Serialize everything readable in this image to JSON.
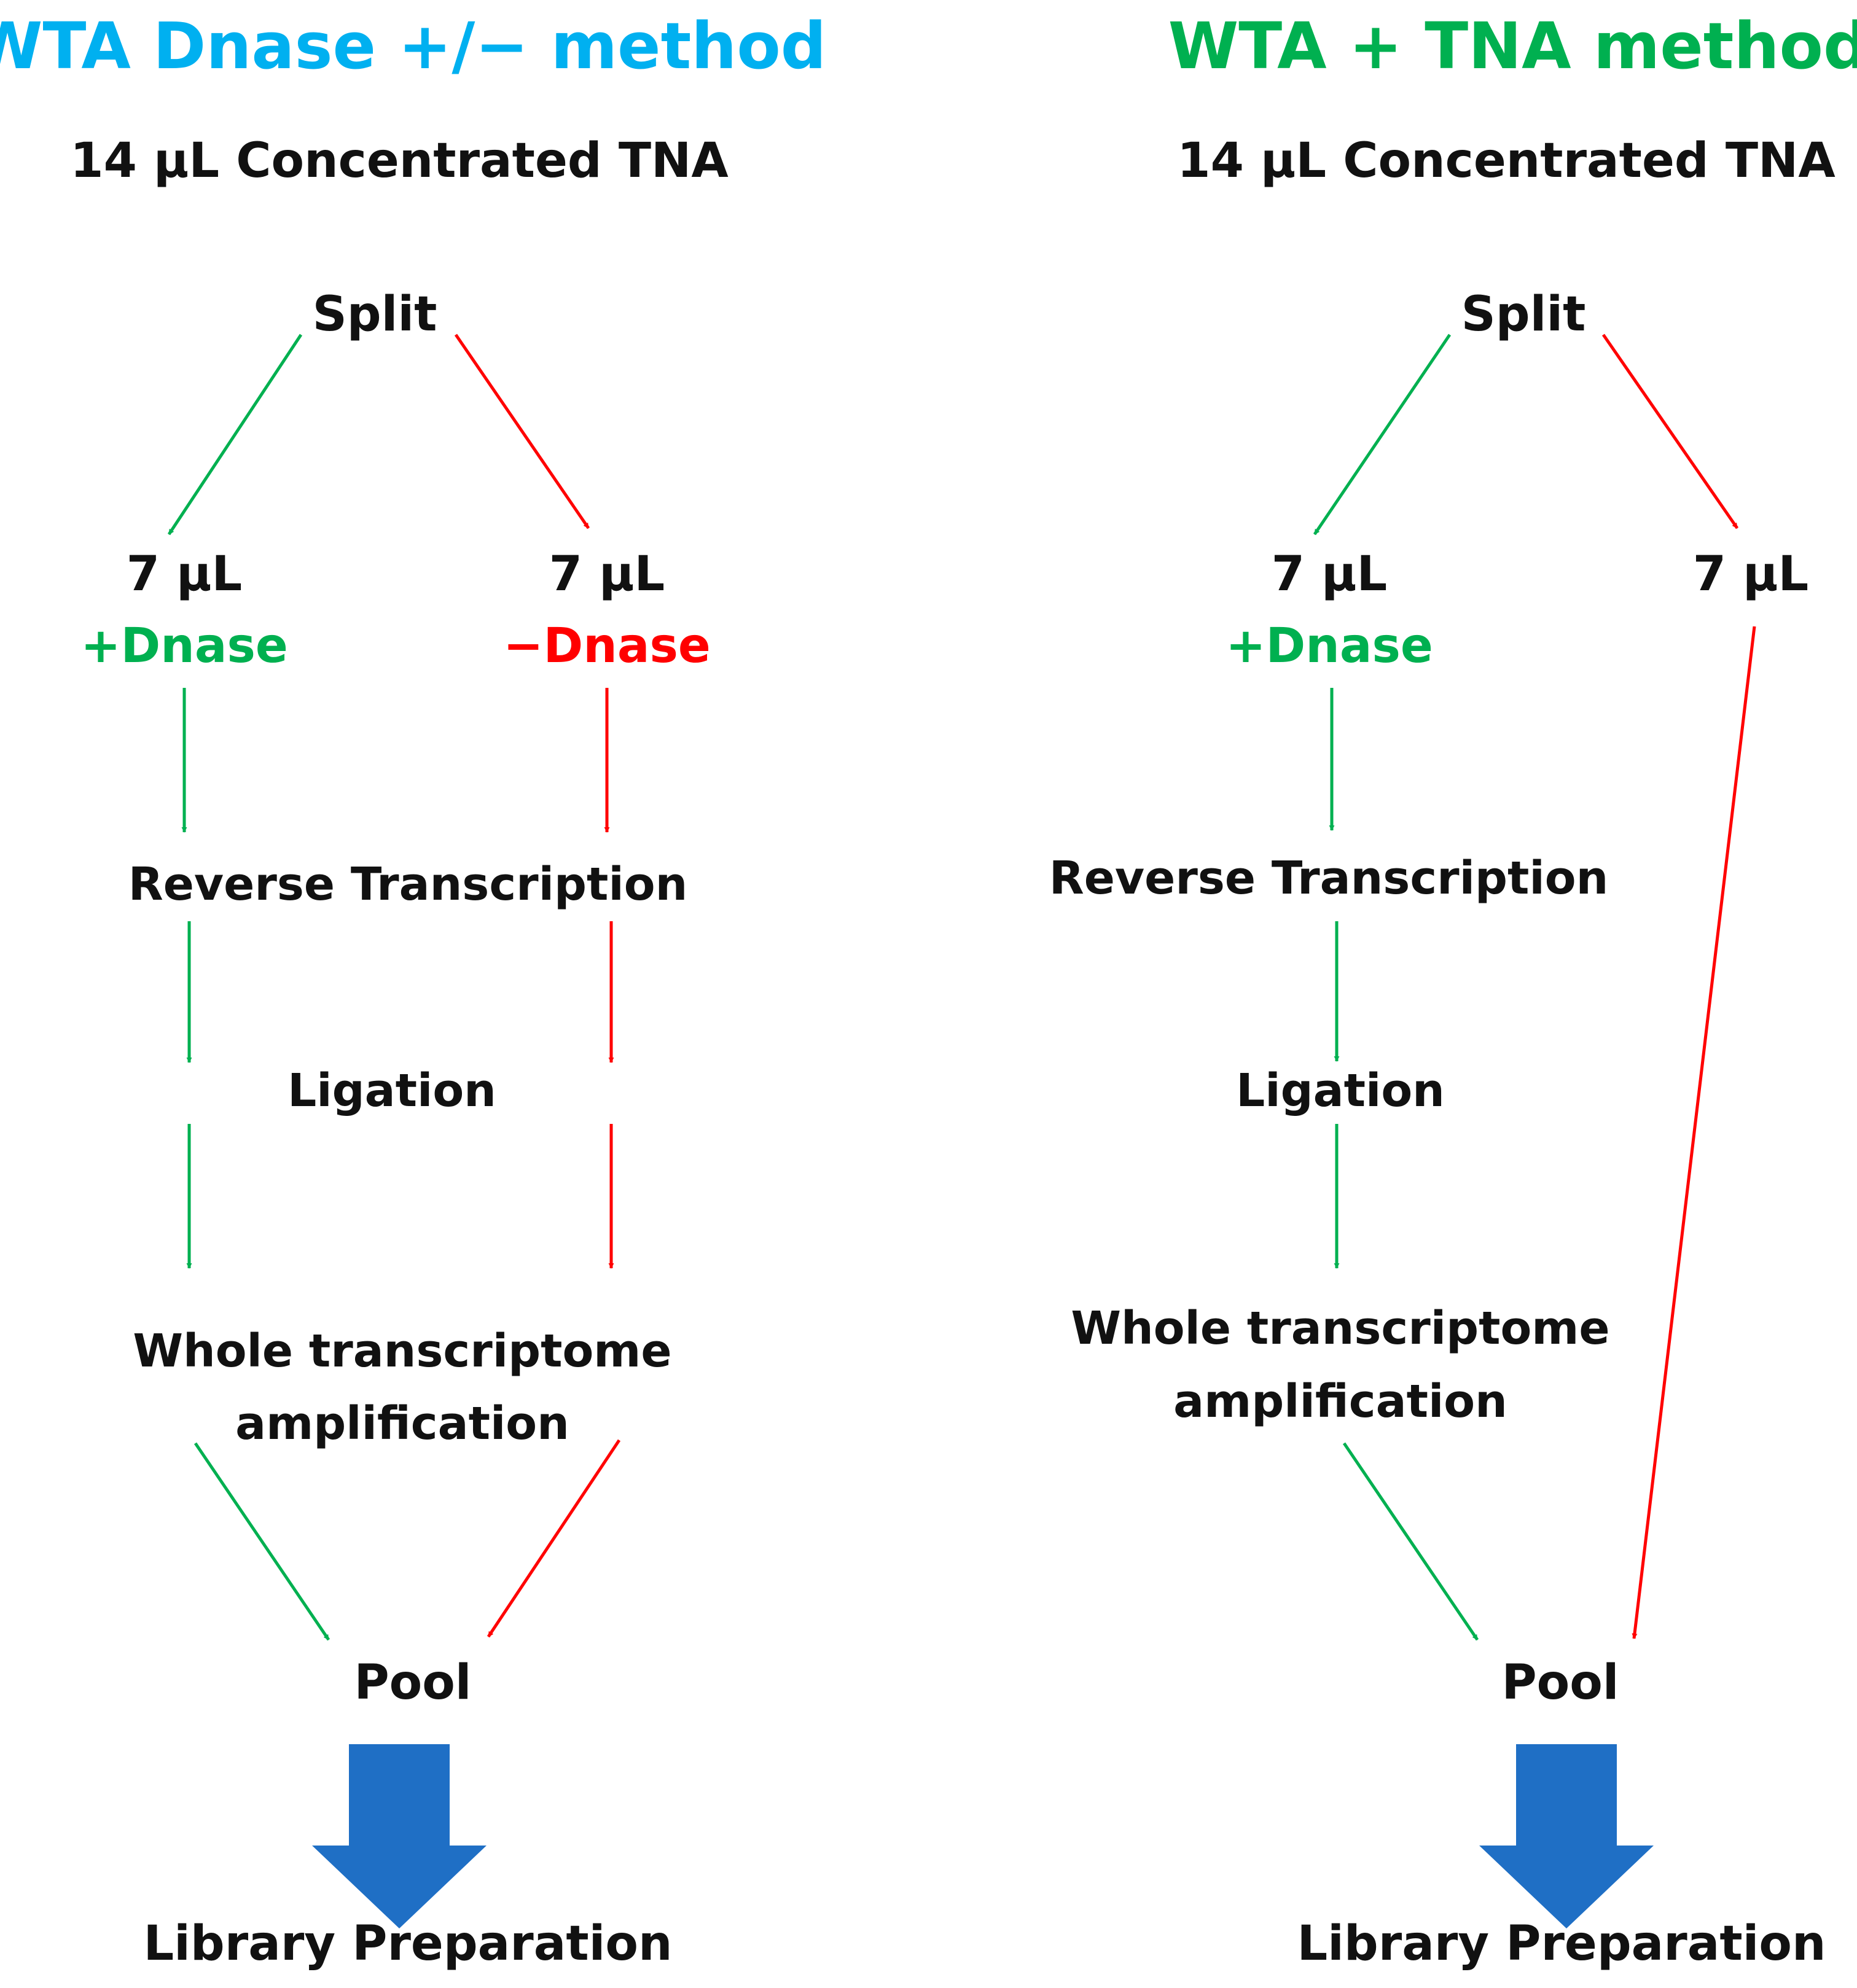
{
  "colors": {
    "left_title": "#00b0f0",
    "right_title": "#00b050",
    "green_arrow": "#00b050",
    "red_arrow": "#ff0000",
    "big_arrow": "#1f6fc5",
    "text": "#111111"
  },
  "left": {
    "title": "WTA Dnase +/− method",
    "input": "14 µL Concentrated TNA",
    "split": "Split",
    "vol_a": "7 µL",
    "vol_b": "7 µL",
    "dnase_plus": "+Dnase",
    "dnase_minus": "−Dnase",
    "rt": "Reverse Transcription",
    "ligation": "Ligation",
    "wta_line1": "Whole transcriptome",
    "wta_line2": "amplification",
    "pool": "Pool",
    "library": "Library Preparation"
  },
  "right": {
    "title": "WTA + TNA method",
    "input": "14 µL Concentrated TNA",
    "split": "Split",
    "vol_a": "7 µL",
    "vol_b": "7 µL",
    "dnase_plus": "+Dnase",
    "rt": "Reverse Transcription",
    "ligation": "Ligation",
    "wta_line1": "Whole transcriptome",
    "wta_line2": "amplification",
    "pool": "Pool",
    "library": "Library Preparation"
  }
}
